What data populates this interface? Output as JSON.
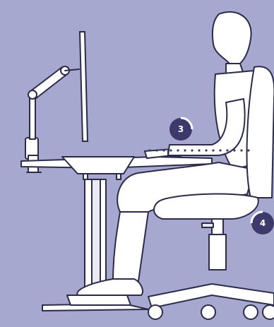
{
  "scene": {
    "background_color": "#a7a8cf",
    "line_color": "#2c2b4a",
    "fill_color": "#ffffff",
    "badge_color": "#3d3a6b",
    "badge_ring_color": "#ffffff",
    "icons": [
      "monitor-arm-icon",
      "standing-desk-icon",
      "keyboard-icon",
      "seated-person-icon",
      "office-chair-icon"
    ]
  },
  "markers": [
    {
      "label": "3",
      "meaning": "forearm-level-guide"
    },
    {
      "label": "4",
      "meaning": "lumbar-support-guide"
    }
  ]
}
